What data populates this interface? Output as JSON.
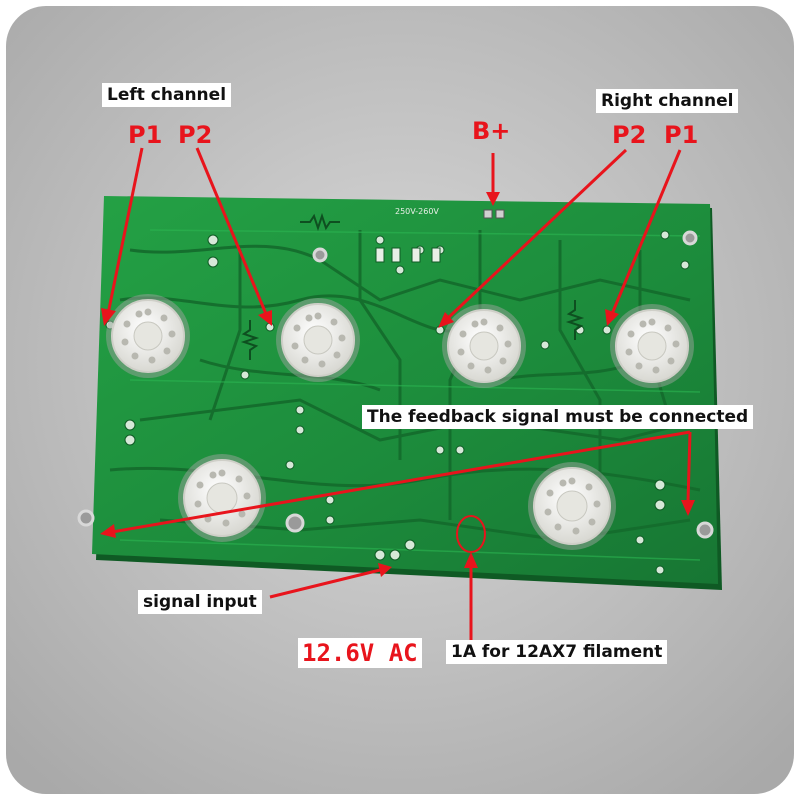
{
  "labels": {
    "left_channel": "Left channel",
    "right_channel": "Right channel",
    "feedback": "The feedback signal must be connected",
    "signal_input": "signal input",
    "filament_note": "1A for 12AX7 filament"
  },
  "markers": {
    "left_p1": "P1",
    "left_p2": "P2",
    "b_plus": "B+",
    "right_p2": "P2",
    "right_p1": "P1",
    "ac": "12.6V  AC"
  },
  "board": {
    "silkscreen_hv": "250V-260V"
  },
  "colors": {
    "pcb": "#1e8c3c",
    "pcb_dark": "#146b2c",
    "annotation": "#e8141c",
    "socket": "#f2f2ee"
  }
}
